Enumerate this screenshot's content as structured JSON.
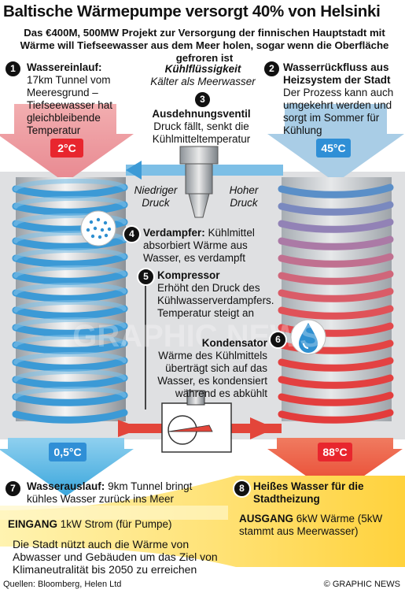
{
  "title": "Baltische Wärmepumpe versorgt 40% von Helsinki",
  "subtitle": "Das €400M, 500MW Projekt zur Versorgung der finnischen Hauptstadt mit Wärme will Tiefseewasser aus dem Meer holen, sogar wenn die Oberfläche gefroren ist",
  "refrigerant": {
    "heading": "Kühlflüssigkeit",
    "note": "Kälter als Meerwasser"
  },
  "steps": [
    {
      "num": "1",
      "heading": "Wassereinlauf:",
      "body": "17km Tunnel vom Meeresgrund – Tiefseewasser hat gleichbleibende Temperatur"
    },
    {
      "num": "2",
      "heading": "Wasserrückfluss aus Heizsystem der Stadt",
      "body": "Der Prozess kann auch umgekehrt werden und sorgt im Sommer für Kühlung"
    },
    {
      "num": "3",
      "heading": "Ausdehnungsventil",
      "body": "Druck fällt, senkt die Kühlmitteltemperatur"
    },
    {
      "num": "4",
      "heading": "Verdampfer:",
      "body": "Kühlmittel absorbiert Wärme aus Wasser, es verdampft"
    },
    {
      "num": "5",
      "heading": "Kompressor",
      "body": "Erhöht den Druck des Kühlwasserverdampfers. Temperatur steigt an"
    },
    {
      "num": "6",
      "heading": "Kondensator",
      "body": "Wärme des Kühlmittels überträgt sich auf das Wasser, es kondensiert während es abkühlt"
    },
    {
      "num": "7",
      "heading": "Wasserauslauf:",
      "body": "9km Tunnel bringt kühles Wasser zurück ins Meer"
    },
    {
      "num": "8",
      "heading": "Heißes Wasser für die Stadtheizung",
      "body": ""
    }
  ],
  "temps": {
    "inflow": "2°C",
    "return": "45°C",
    "outflow": "0,5°C",
    "hot": "88°C"
  },
  "pressure": {
    "low": "Niedriger Druck",
    "high": "Hoher Druck"
  },
  "energy": {
    "input_label": "EINGANG",
    "input_value": "1kW Strom (für Pumpe)",
    "output_label": "AUSGANG",
    "output_value": "6kW Wärme (5kW stammt aus Meerwasser)"
  },
  "note": "Die Stadt nützt auch die Wärme von Abwasser und Gebäuden um das Ziel von Klimaneutralität bis 2050 zu erreichen",
  "footer": {
    "sources": "Quellen: Bloomberg, Helen Ltd",
    "copyright": "© GRAPHIC NEWS"
  },
  "colors": {
    "hot_red": "#e8262e",
    "cold_blue": "#2f8fd6",
    "energy_yellow": "#ffe37a"
  }
}
